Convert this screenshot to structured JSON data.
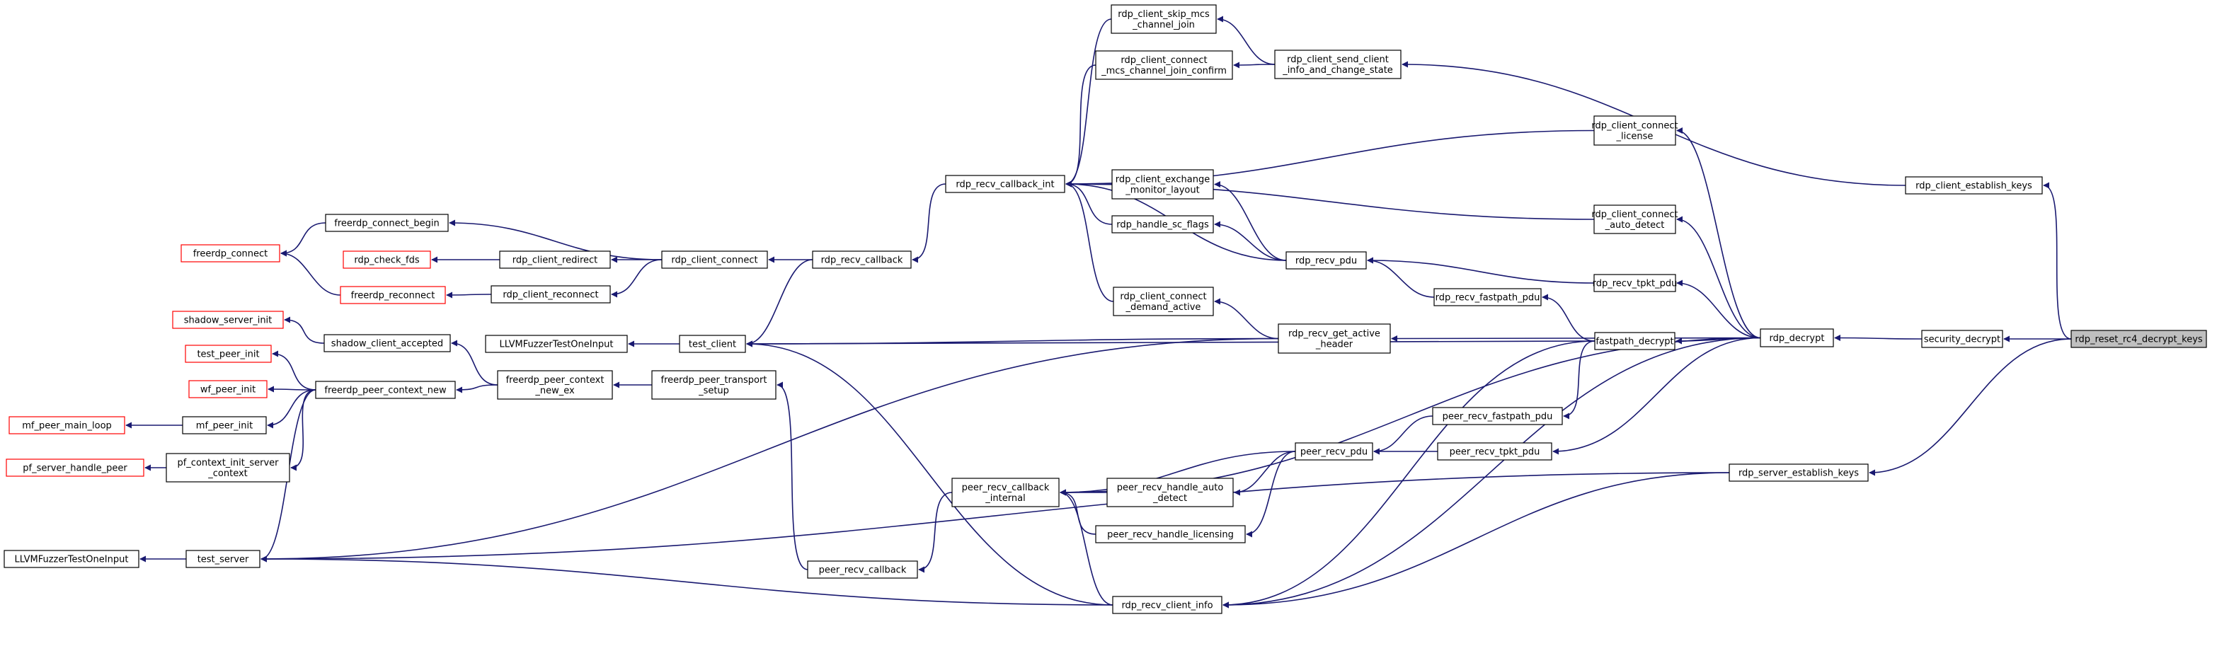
{
  "nodes": {
    "rdp_reset_rc4_decrypt_keys": {
      "lines": [
        "rdp_reset_rc4_decrypt_keys"
      ]
    },
    "security_decrypt": {
      "lines": [
        "security_decrypt"
      ]
    },
    "rdp_client_establish_keys": {
      "lines": [
        "rdp_client_establish_keys"
      ]
    },
    "rdp_server_establish_keys": {
      "lines": [
        "rdp_server_establish_keys"
      ]
    },
    "rdp_decrypt": {
      "lines": [
        "rdp_decrypt"
      ]
    },
    "rdp_client_send_client_info_and_change_state": {
      "lines": [
        "rdp_client_send_client",
        "_info_and_change_state"
      ]
    },
    "rdp_client_skip_mcs_channel_join": {
      "lines": [
        "rdp_client_skip_mcs",
        "_channel_join"
      ]
    },
    "rdp_client_connect_mcs_channel_join_confirm": {
      "lines": [
        "rdp_client_connect",
        "_mcs_channel_join_confirm"
      ]
    },
    "rdp_client_connect_license": {
      "lines": [
        "rdp_client_connect",
        "_license"
      ]
    },
    "rdp_client_connect_auto_detect": {
      "lines": [
        "rdp_client_connect",
        "_auto_detect"
      ]
    },
    "rdp_recv_tpkt_pdu": {
      "lines": [
        "rdp_recv_tpkt_pdu"
      ]
    },
    "rdp_recv_fastpath_pdu": {
      "lines": [
        "rdp_recv_fastpath_pdu"
      ]
    },
    "rdp_recv_pdu": {
      "lines": [
        "rdp_recv_pdu"
      ]
    },
    "rdp_client_exchange_monitor_layout": {
      "lines": [
        "rdp_client_exchange",
        "_monitor_layout"
      ]
    },
    "rdp_handle_sc_flags": {
      "lines": [
        "rdp_handle_sc_flags"
      ]
    },
    "rdp_client_connect_demand_active": {
      "lines": [
        "rdp_client_connect",
        "_demand_active"
      ]
    },
    "rdp_recv_get_active_header": {
      "lines": [
        "rdp_recv_get_active",
        "_header"
      ]
    },
    "fastpath_decrypt": {
      "lines": [
        "fastpath_decrypt"
      ]
    },
    "peer_recv_fastpath_pdu": {
      "lines": [
        "peer_recv_fastpath_pdu"
      ]
    },
    "peer_recv_tpkt_pdu": {
      "lines": [
        "peer_recv_tpkt_pdu"
      ]
    },
    "peer_recv_pdu": {
      "lines": [
        "peer_recv_pdu"
      ]
    },
    "peer_recv_handle_auto_detect": {
      "lines": [
        "peer_recv_handle_auto",
        "_detect"
      ]
    },
    "peer_recv_handle_licensing": {
      "lines": [
        "peer_recv_handle_licensing"
      ]
    },
    "peer_recv_callback_internal": {
      "lines": [
        "peer_recv_callback",
        "_internal"
      ]
    },
    "rdp_recv_client_info": {
      "lines": [
        "rdp_recv_client_info"
      ]
    },
    "peer_recv_callback": {
      "lines": [
        "peer_recv_callback"
      ]
    },
    "rdp_recv_callback_int": {
      "lines": [
        "rdp_recv_callback_int"
      ]
    },
    "rdp_recv_callback": {
      "lines": [
        "rdp_recv_callback"
      ]
    },
    "rdp_client_connect": {
      "lines": [
        "rdp_client_connect"
      ]
    },
    "rdp_client_redirect": {
      "lines": [
        "rdp_client_redirect"
      ]
    },
    "rdp_client_reconnect": {
      "lines": [
        "rdp_client_reconnect"
      ]
    },
    "freerdp_connect_begin": {
      "lines": [
        "freerdp_connect_begin"
      ]
    },
    "freerdp_connect": {
      "lines": [
        "freerdp_connect"
      ]
    },
    "rdp_check_fds": {
      "lines": [
        "rdp_check_fds"
      ]
    },
    "freerdp_reconnect": {
      "lines": [
        "freerdp_reconnect"
      ]
    },
    "test_client": {
      "lines": [
        "test_client"
      ]
    },
    "LLVMFuzzerTestOneInput_client": {
      "lines": [
        "LLVMFuzzerTestOneInput"
      ]
    },
    "freerdp_peer_transport_setup": {
      "lines": [
        "freerdp_peer_transport",
        "_setup"
      ]
    },
    "freerdp_peer_context_new_ex": {
      "lines": [
        "freerdp_peer_context",
        "_new_ex"
      ]
    },
    "freerdp_peer_context_new": {
      "lines": [
        "freerdp_peer_context_new"
      ]
    },
    "shadow_client_accepted": {
      "lines": [
        "shadow_client_accepted"
      ]
    },
    "shadow_server_init": {
      "lines": [
        "shadow_server_init"
      ]
    },
    "test_peer_init": {
      "lines": [
        "test_peer_init"
      ]
    },
    "wf_peer_init": {
      "lines": [
        "wf_peer_init"
      ]
    },
    "mf_peer_init": {
      "lines": [
        "mf_peer_init"
      ]
    },
    "mf_peer_main_loop": {
      "lines": [
        "mf_peer_main_loop"
      ]
    },
    "pf_context_init_server_context": {
      "lines": [
        "pf_context_init_server",
        "_context"
      ]
    },
    "pf_server_handle_peer": {
      "lines": [
        "pf_server_handle_peer"
      ]
    },
    "test_server": {
      "lines": [
        "test_server"
      ]
    },
    "LLVMFuzzerTestOneInput_server": {
      "lines": [
        "LLVMFuzzerTestOneInput"
      ]
    }
  }
}
